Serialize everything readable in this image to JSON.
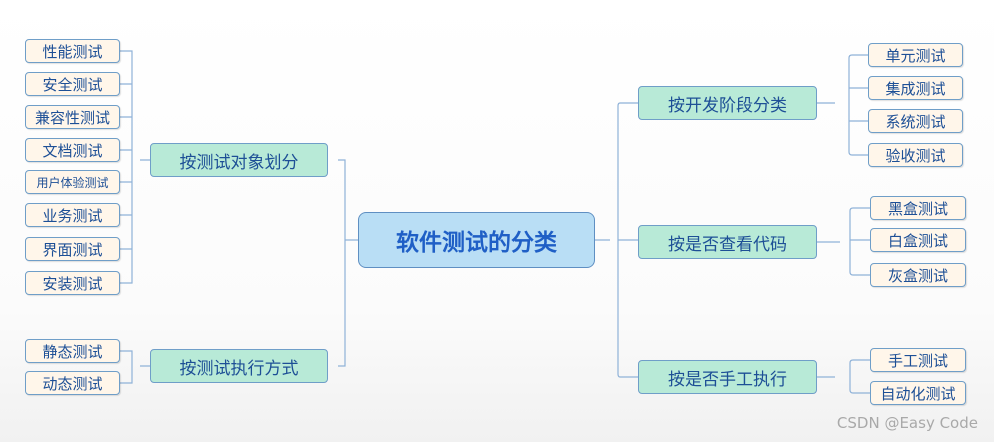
{
  "diagram": {
    "root": "软件测试的分类",
    "left": [
      {
        "label": "按测试对象划分",
        "children": [
          "性能测试",
          "安全测试",
          "兼容性测试",
          "文档测试",
          "用户体验测试",
          "业务测试",
          "界面测试",
          "安装测试"
        ]
      },
      {
        "label": "按测试执行方式",
        "children": [
          "静态测试",
          "动态测试"
        ]
      }
    ],
    "right": [
      {
        "label": "按开发阶段分类",
        "children": [
          "单元测试",
          "集成测试",
          "系统测试",
          "验收测试"
        ]
      },
      {
        "label": "按是否查看代码",
        "children": [
          "黑盒测试",
          "白盒测试",
          "灰盒测试"
        ]
      },
      {
        "label": "按是否手工执行",
        "children": [
          "手工测试",
          "自动化测试"
        ]
      }
    ],
    "watermark": "CSDN @Easy Code",
    "colors": {
      "root_fill": "#b9def5",
      "category_fill": "#b8ead7",
      "leaf_fill": "#fff6ea",
      "line": "#8fb2d8",
      "text": "#1d4f96"
    }
  }
}
